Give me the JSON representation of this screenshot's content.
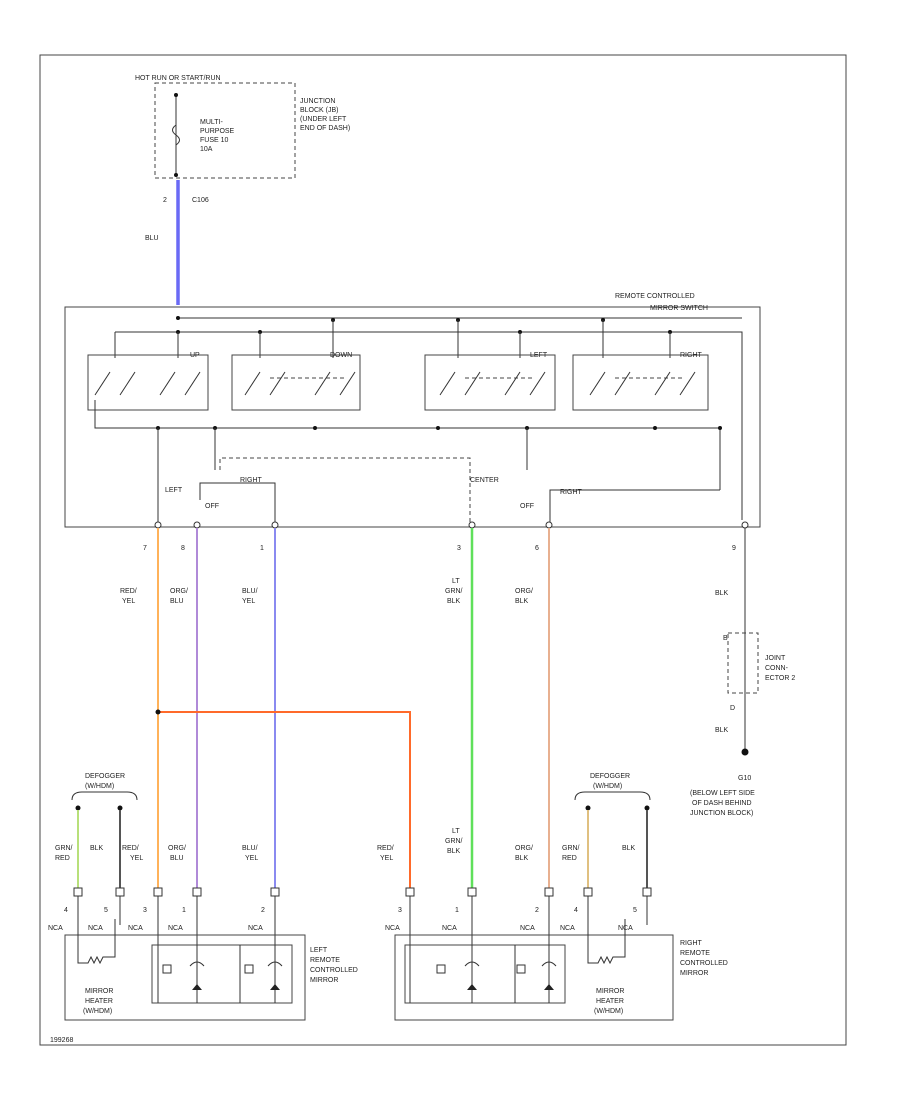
{
  "colors": {
    "blu": "#6a6af5",
    "red_yel": "#ffb25a",
    "org_blu": "#b08ad8",
    "blu_yel": "#8a8af0",
    "lt_grn_blk": "#5fe05a",
    "org_blk": "#e8b090",
    "red_link": "#ff6a2a",
    "grn_red": "#b8e07a",
    "blk": "#555555",
    "grn_red_right": "#e0c080"
  },
  "power": {
    "hot_label": "HOT RUN OR START/RUN",
    "junction_block": "JUNCTION BLOCK (JB) (UNDER LEFT END OF DASH)",
    "fuse_line1": "MULTI-",
    "fuse_line2": "PURPOSE",
    "fuse_line3": "FUSE 10",
    "fuse_line4": "10A",
    "jb_line1": "JUNCTION",
    "jb_line2": "BLOCK (JB)",
    "jb_line3": "(UNDER LEFT",
    "jb_line4": "END OF DASH)",
    "pin": "2",
    "connector": "C106",
    "wire": "BLU"
  },
  "switch": {
    "title_line1": "REMOTE CONTROLLED",
    "title_line2": "MIRROR SWITCH",
    "up": "UP",
    "down": "DOWN",
    "left_sw": "LEFT",
    "right_sw": "RIGHT",
    "left": "LEFT",
    "right": "RIGHT",
    "off_left": "OFF",
    "off_right": "OFF",
    "center": "CENTER",
    "right2": "RIGHT"
  },
  "pins": {
    "p7": "7",
    "p8": "8",
    "p1": "1",
    "p3": "3",
    "p6": "6",
    "p9": "9"
  },
  "wires": {
    "w1_top": "RED/",
    "w1_bot": "YEL",
    "w2_top": "ORG/",
    "w2_bot": "BLU",
    "w3_top": "BLU/",
    "w3_bot": "YEL",
    "w4_top1": "LT",
    "w4_top2": "GRN/",
    "w4_bot": "BLK",
    "w5_top": "ORG/",
    "w5_bot": "BLK",
    "w6": "BLK",
    "w6b": "BLK"
  },
  "ground": {
    "joint_line1": "JOINT",
    "joint_line2": "CONN-",
    "joint_line3": "ECTOR 2",
    "pin_top": "B",
    "pin_bot": "D",
    "name": "G10",
    "desc_line1": "(BELOW LEFT SIDE",
    "desc_line2": "OF DASH BEHIND",
    "desc_line3": "JUNCTION BLOCK)"
  },
  "left_mirror": {
    "defogger_line1": "DEFOGGER",
    "defogger_line2": "(W/HDM)",
    "w_grn_top": "GRN/",
    "w_grn_bot": "RED",
    "w_blk": "BLK",
    "w_redyel_top": "RED/",
    "w_redyel_bot": "YEL",
    "w_orgblu_top": "ORG/",
    "w_orgblu_bot": "BLU",
    "w_bluyel_top": "BLU/",
    "w_bluyel_bot": "YEL",
    "pins": [
      "4",
      "5",
      "3",
      "1",
      "2"
    ],
    "nca": "NCA",
    "heater_line1": "MIRROR",
    "heater_line2": "HEATER",
    "heater_line3": "(W/HDM)",
    "title_line1": "LEFT",
    "title_line2": "REMOTE",
    "title_line3": "CONTROLLED",
    "title_line4": "MIRROR"
  },
  "right_mirror": {
    "defogger_line1": "DEFOGGER",
    "defogger_line2": "(W/HDM)",
    "w_redyel_top": "RED/",
    "w_redyel_bot": "YEL",
    "w_ltgrn_top1": "LT",
    "w_ltgrn_top2": "GRN/",
    "w_ltgrn_bot": "BLK",
    "w_orgblk_top": "ORG/",
    "w_orgblk_bot": "BLK",
    "w_grn_top": "GRN/",
    "w_grn_bot": "RED",
    "w_blk": "BLK",
    "pins": [
      "3",
      "1",
      "2",
      "4",
      "5"
    ],
    "nca": "NCA",
    "heater_line1": "MIRROR",
    "heater_line2": "HEATER",
    "heater_line3": "(W/HDM)",
    "title_line1": "RIGHT",
    "title_line2": "REMOTE",
    "title_line3": "CONTROLLED",
    "title_line4": "MIRROR"
  },
  "footer_id": "199268"
}
